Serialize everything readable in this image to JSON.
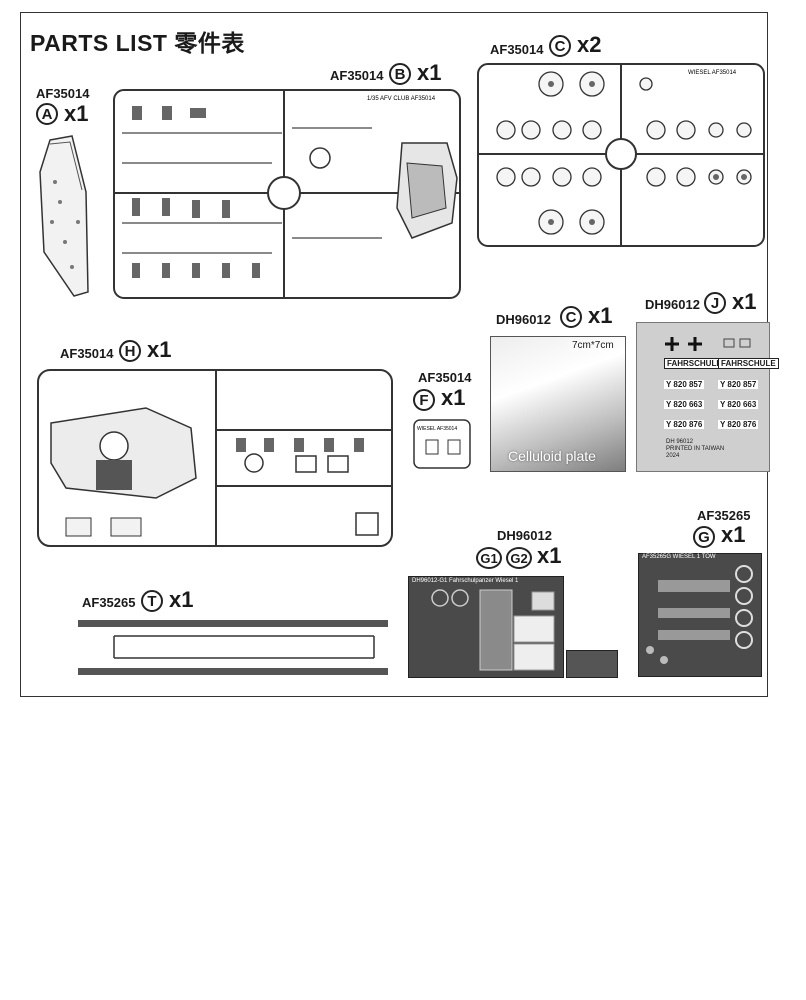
{
  "header": {
    "title": "PARTS  LIST 零件表"
  },
  "parts": {
    "A": {
      "code": "AF35014",
      "letter": "A",
      "qty": "x1"
    },
    "B": {
      "code": "AF35014",
      "letter": "B",
      "qty": "x1",
      "sprue_text": "1/35 AFV CLUB AF35014"
    },
    "C": {
      "code": "AF35014",
      "letter": "C",
      "qty": "x2",
      "sprue_text": "WIESEL AF35014"
    },
    "H": {
      "code": "AF35014",
      "letter": "H",
      "qty": "x1"
    },
    "F": {
      "code": "AF35014",
      "letter": "F",
      "qty": "x1",
      "sprue_text": "WIESEL AF35014"
    },
    "T": {
      "code": "AF35265",
      "letter": "T",
      "qty": "x1"
    },
    "C2": {
      "code": "DH96012",
      "letter": "C",
      "qty": "x1",
      "size_text": "7cm*7cm",
      "plate_text": "Celluloid plate"
    },
    "J": {
      "code": "DH96012",
      "letter": "J",
      "qty": "x1",
      "decal_rows": [
        "FAHRSCHULE",
        "Y 820 857",
        "Y 820 663",
        "Y 820 876"
      ],
      "footer": [
        "DH 96012",
        "PRINTED IN TAIWAN",
        "2024"
      ]
    },
    "G12": {
      "code": "DH96012",
      "letter1": "G1",
      "letter2": "G2",
      "qty": "x1",
      "pe_text": "DH96012-G1 Fahrschulpanzer Wiesel 1"
    },
    "G": {
      "code": "AF35265",
      "letter": "G",
      "qty": "x1",
      "pe_text": "AF35265G WIESEL 1 TOW"
    }
  }
}
